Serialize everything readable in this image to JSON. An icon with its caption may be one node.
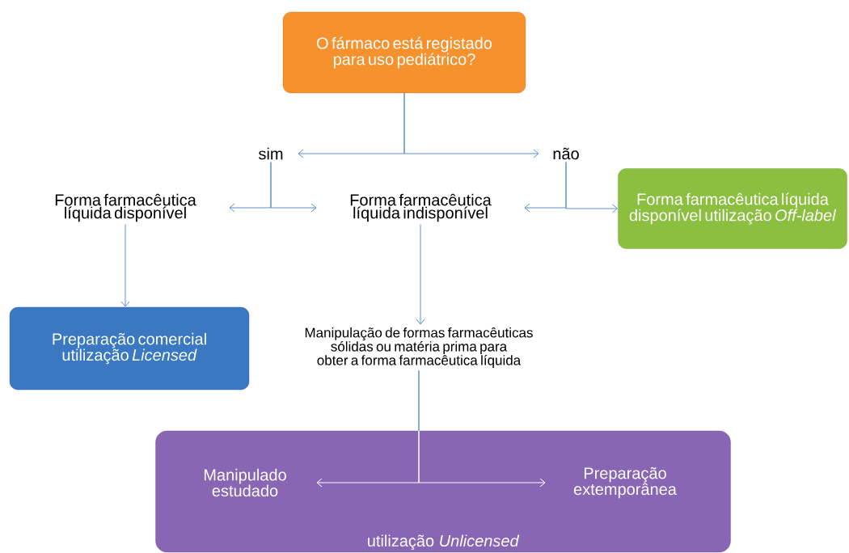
{
  "diagram": {
    "nodes": [
      {
        "text": [
          "O fármaco está registado para uso pediátrico?"
        ]
      },
      {
        "text": [
          "sim"
        ]
      },
      {
        "text": [
          "não"
        ]
      },
      {
        "text": [
          "Forma farmacêutica líquida disponível"
        ]
      },
      {
        "text": [
          "Forma farmacêutica líquida indisponível"
        ]
      },
      {
        "text": [
          "Forma farmacêutica líquida disponível utilização *Off-label*"
        ]
      },
      {
        "text": [
          "Preparação comercial utilização *Licensed*"
        ]
      },
      {
        "text": [
          "Manipulação de formas farmacêuticas sólidas ou matéria prima para obter a forma farmacêutica líquida"
        ]
      },
      {
        "text": [
          "utilização *Unlicensed*"
        ]
      },
      {
        "text": [
          "Manipulado estudado"
        ],
        "in": 8
      },
      {
        "text": [
          "Preparação extemporânea"
        ],
        "in": 8
      }
    ],
    "edges": [
      {
        "from": 0,
        "to": 1,
        "arrow": "to"
      },
      {
        "from": 0,
        "to": 2,
        "arrow": "to"
      },
      {
        "from": 1,
        "to": 3,
        "arrow": "to"
      },
      {
        "from": 1,
        "to": 4,
        "arrow": "to"
      },
      {
        "from": 2,
        "to": 4,
        "arrow": "to"
      },
      {
        "from": 2,
        "to": 5,
        "arrow": "to"
      },
      {
        "from": 3,
        "to": 6,
        "arrow": "to"
      },
      {
        "from": 4,
        "to": 7,
        "arrow": "to"
      },
      {
        "from": 7,
        "to": 9,
        "arrow": "to",
        "color": "#ffffff"
      },
      {
        "from": 7,
        "to": 10,
        "arrow": "to",
        "color": "#ffffff"
      }
    ]
  }
}
